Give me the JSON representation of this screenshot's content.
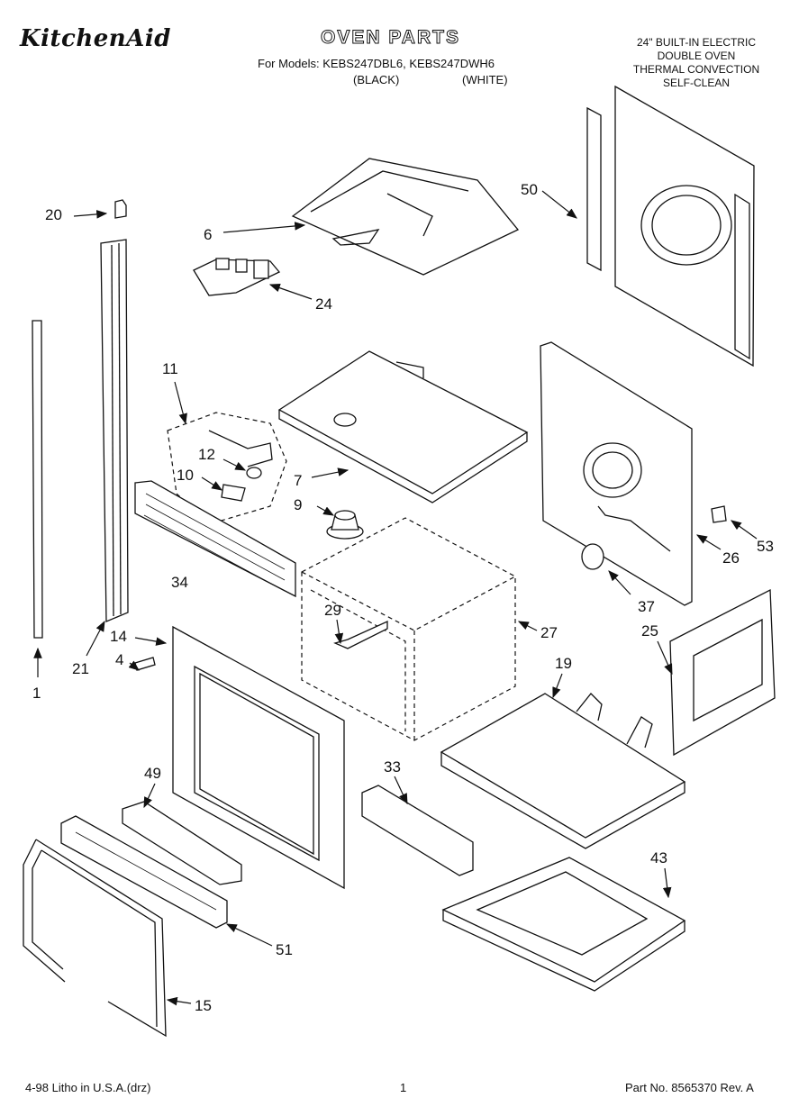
{
  "header": {
    "brand": "KitchenAid",
    "title": "OVEN PARTS",
    "models_line": "For Models: KEBS247DBL6, KEBS247DWH6",
    "variant_black": "(BLACK)",
    "variant_white": "(WHITE)",
    "spec_lines": [
      "24\" BUILT-IN ELECTRIC",
      "DOUBLE OVEN",
      "THERMAL CONVECTION",
      "SELF-CLEAN"
    ]
  },
  "callouts": [
    "20",
    "6",
    "24",
    "50",
    "1",
    "21",
    "11",
    "12",
    "10",
    "7",
    "9",
    "34",
    "14",
    "4",
    "29",
    "27",
    "25",
    "26",
    "53",
    "37",
    "19",
    "49",
    "33",
    "43",
    "51",
    "15"
  ],
  "footer": {
    "left": "4-98 Litho in U.S.A.(drz)",
    "center": "1",
    "right": "Part No. 8565370 Rev. A"
  }
}
